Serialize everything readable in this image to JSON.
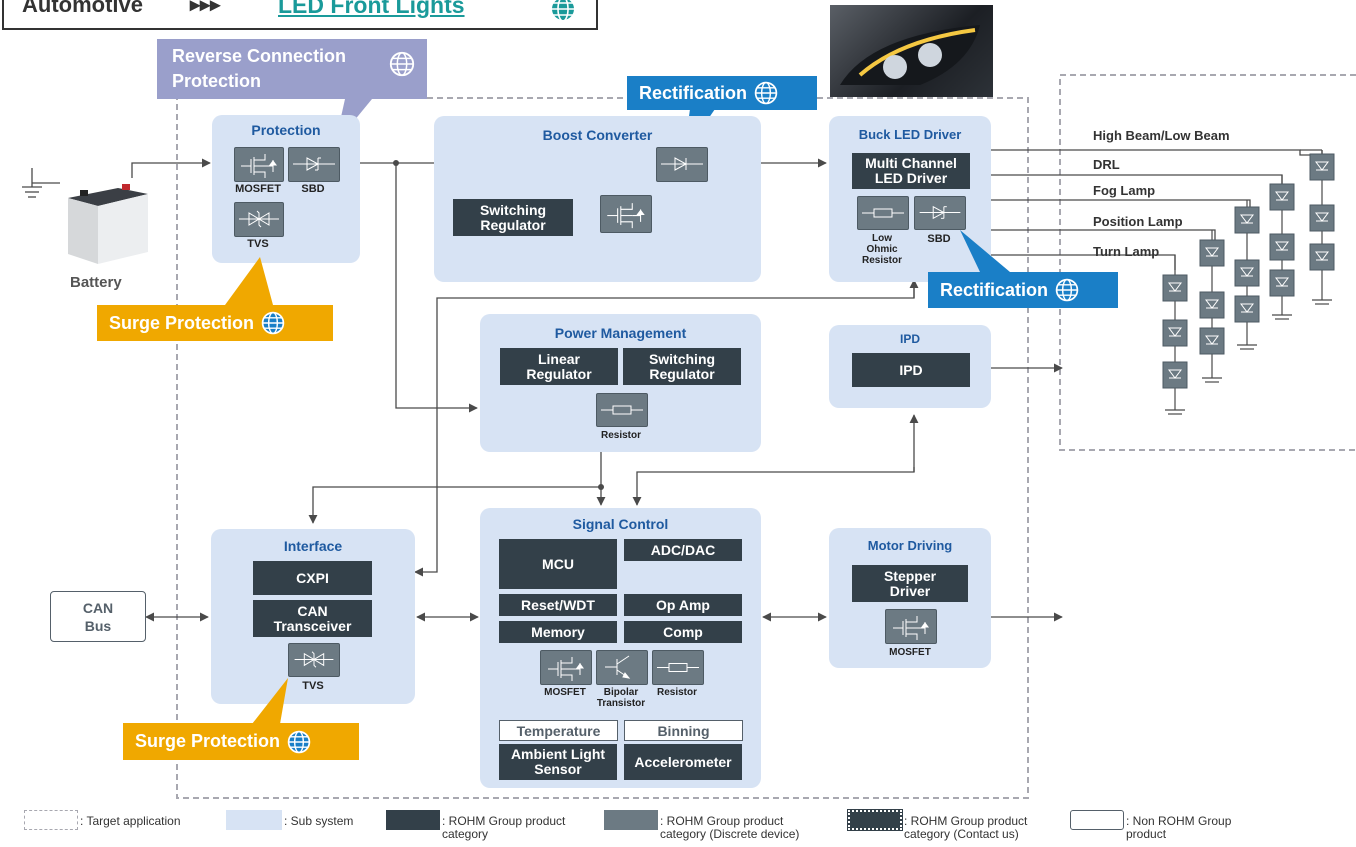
{
  "header": {
    "category": "Automotive",
    "arrows": "▸▸▸",
    "title_link": "LED Front Lights"
  },
  "callouts": {
    "reverse": "Reverse Connection Protection",
    "rect_top": "Rectification",
    "rect_right": "Rectification",
    "surge_top": "Surge Protection",
    "surge_bottom": "Surge Protection"
  },
  "battery": {
    "label": "Battery"
  },
  "can": {
    "label": "CAN\nBus"
  },
  "protection": {
    "title": "Protection",
    "mosfet": "MOSFET",
    "sbd": "SBD",
    "tvs": "TVS"
  },
  "boost": {
    "title": "Boost Converter",
    "switching_regulator": "Switching\nRegulator"
  },
  "buck": {
    "title": "Buck LED Driver",
    "multi": "Multi Channel\nLED Driver",
    "resistor": "Low\nOhmic\nResistor",
    "sbd": "SBD"
  },
  "power": {
    "title": "Power Management",
    "linear": "Linear\nRegulator",
    "switching": "Switching\nRegulator",
    "resistor": "Resistor"
  },
  "ipd": {
    "title": "IPD",
    "block": "IPD"
  },
  "interface": {
    "title": "Interface",
    "cxpi": "CXPI",
    "can_tr": "CAN\nTransceiver",
    "tvs": "TVS"
  },
  "signal": {
    "title": "Signal Control",
    "mcu": "MCU",
    "adc": "ADC/DAC",
    "reset": "Reset/WDT",
    "opamp": "Op Amp",
    "memory": "Memory",
    "comp": "Comp",
    "mosfet": "MOSFET",
    "bipolar": "Bipolar\nTransistor",
    "resistor": "Resistor",
    "temperature": "Temperature",
    "binning": "Binning",
    "ambient": "Ambient Light\nSensor",
    "accel": "Accelerometer"
  },
  "motor": {
    "title": "Motor Driving",
    "stepper": "Stepper\nDriver",
    "mosfet": "MOSFET"
  },
  "lamps": [
    "High Beam/Low Beam",
    "DRL",
    "Fog Lamp",
    "Position Lamp",
    "Turn Lamp"
  ],
  "legend": {
    "target": ": Target application",
    "sub": ": Sub system",
    "rohm": ": ROHM Group product\ncategory",
    "discrete": ": ROHM Group product\ncategory (Discrete device)",
    "contact": ": ROHM Group product\ncategory (Contact us)",
    "non": ": Non ROHM Group\nproduct"
  },
  "colors": {
    "accent_purple": "#9a9fcb",
    "accent_blue": "#1a7fc7",
    "accent_orange": "#f0a800",
    "sub_fill": "#d7e3f4",
    "dark_block": "#334049",
    "discrete": "#6c7a83",
    "title_blue": "#1f5aa0",
    "link": "#1a9a9a"
  }
}
